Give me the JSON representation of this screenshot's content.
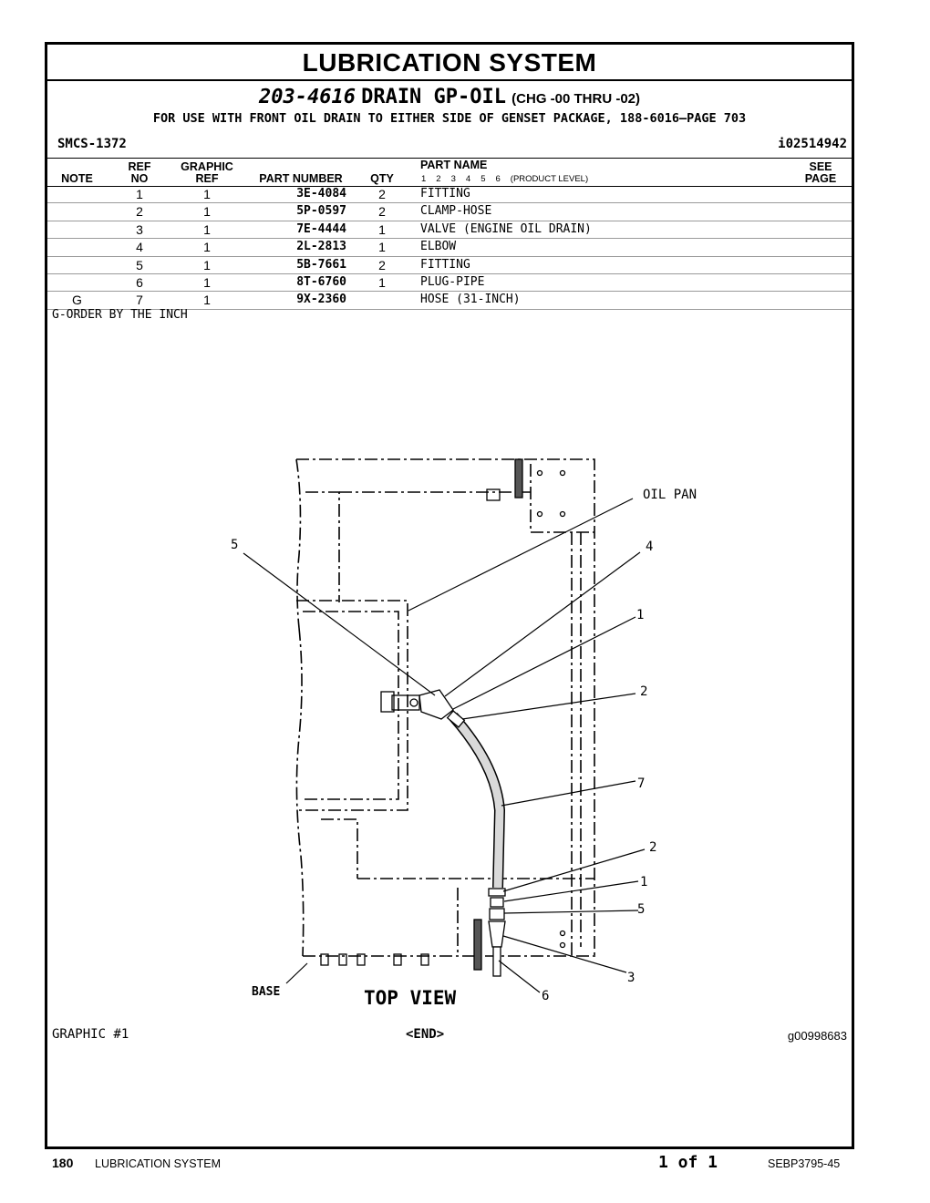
{
  "header": {
    "section_title": "LUBRICATION SYSTEM",
    "part_number": "203-4616",
    "group_name": "DRAIN GP-OIL",
    "range": "(CHG -00 THRU -02)",
    "usage_note": "FOR USE WITH FRONT OIL DRAIN TO EITHER SIDE OF GENSET PACKAGE, 188-6016—PAGE 703",
    "smcs": "SMCS-1372",
    "ident": "i02514942"
  },
  "columns": {
    "note": "NOTE",
    "ref_no_top": "REF",
    "ref_no_bottom": "NO",
    "graphic_top": "GRAPHIC",
    "graphic_bottom": "REF",
    "part_number": "PART NUMBER",
    "qty": "QTY",
    "part_name": "PART NAME",
    "see_top": "SEE",
    "see_bottom": "PAGE",
    "product_levels": [
      "1",
      "2",
      "3",
      "4",
      "5",
      "6"
    ],
    "product_level_label": "(PRODUCT LEVEL)"
  },
  "parts": [
    {
      "note": "",
      "ref": "1",
      "graphic": "1",
      "part_number": "3E-4084",
      "qty": "2",
      "name": "FITTING"
    },
    {
      "note": "",
      "ref": "2",
      "graphic": "1",
      "part_number": "5P-0597",
      "qty": "2",
      "name": "CLAMP-HOSE"
    },
    {
      "note": "",
      "ref": "3",
      "graphic": "1",
      "part_number": "7E-4444",
      "qty": "1",
      "name": "VALVE (ENGINE OIL DRAIN)"
    },
    {
      "note": "",
      "ref": "4",
      "graphic": "1",
      "part_number": "2L-2813",
      "qty": "1",
      "name": "ELBOW"
    },
    {
      "note": "",
      "ref": "5",
      "graphic": "1",
      "part_number": "5B-7661",
      "qty": "2",
      "name": "FITTING"
    },
    {
      "note": "",
      "ref": "6",
      "graphic": "1",
      "part_number": "8T-6760",
      "qty": "1",
      "name": "PLUG-PIPE"
    },
    {
      "note": "G",
      "ref": "7",
      "graphic": "1",
      "part_number": "9X-2360",
      "qty": "",
      "name": "HOSE (31-INCH)"
    }
  ],
  "footnote": "G-ORDER BY THE INCH",
  "diagram": {
    "labels": {
      "oil_pan": "OIL PAN",
      "base": "BASE",
      "view": "TOP VIEW",
      "c5a": "5",
      "c4": "4",
      "c1a": "1",
      "c2a": "2",
      "c7": "7",
      "c2b": "2",
      "c1b": "1",
      "c5b": "5",
      "c3": "3",
      "c6": "6"
    }
  },
  "graphic_label": "GRAPHIC #1",
  "end_marker": "<END>",
  "graphic_id": "g00998683",
  "footer": {
    "page": "180",
    "section": "LUBRICATION SYSTEM",
    "page_of": "1 of 1",
    "doc_id": "SEBP3795-45"
  }
}
